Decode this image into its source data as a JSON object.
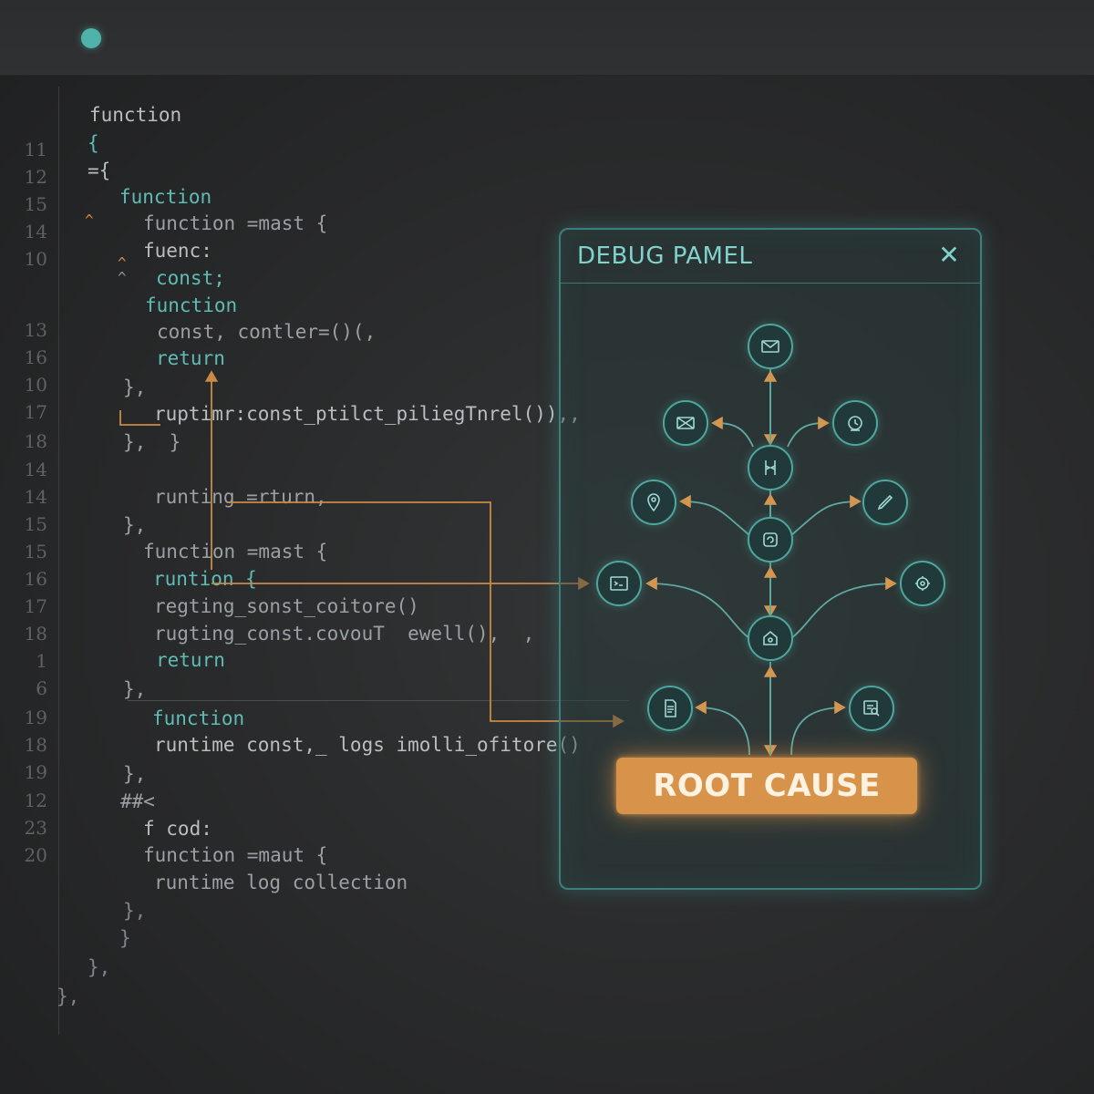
{
  "editor": {
    "status_dot_color": "#4fb3ac",
    "line_numbers": [
      "11",
      "12",
      "15",
      "14",
      "10",
      "13",
      "16",
      "10",
      "17",
      "18",
      "14",
      "14",
      "15",
      "15",
      "16",
      "17",
      "18",
      "1",
      "6",
      "19",
      "18",
      "19",
      "12",
      "23",
      "20"
    ],
    "lines": [
      {
        "text": "function"
      },
      {
        "text": "{"
      },
      {
        "text": "={"
      },
      {
        "text": "function"
      },
      {
        "text": "function =mast {"
      },
      {
        "text": "fuenc:"
      },
      {
        "text": "const;"
      },
      {
        "text": "function"
      },
      {
        "text": "const, contler=()(,"
      },
      {
        "text": "return"
      },
      {
        "text": "},"
      },
      {
        "text": "ruptimr:const_ptilct_piliegTnrel()),,"
      },
      {
        "text": "},  }"
      },
      {
        "text": "runting =rturn,"
      },
      {
        "text": "},"
      },
      {
        "text": "function =mast {"
      },
      {
        "text": "runtion {"
      },
      {
        "text": "regting_sonst_coitore()"
      },
      {
        "text": "rugting_const.covouT  ewell(),  ,"
      },
      {
        "text": "return"
      },
      {
        "text": "},"
      },
      {
        "text": "function"
      },
      {
        "text": "runtime const,_ logs imolli_ofitore()"
      },
      {
        "text": "},"
      },
      {
        "text": "##<"
      },
      {
        "text": "f cod:"
      },
      {
        "text": "function =maut {"
      },
      {
        "text": "runtime log collection"
      },
      {
        "text": "},"
      },
      {
        "text": "}"
      },
      {
        "text": "},"
      },
      {
        "text": "},"
      }
    ]
  },
  "debug_panel": {
    "title": "DEBUG PAMEL",
    "close_label": "✕",
    "accent_color": "#4ea69f",
    "nodes": [
      {
        "id": "mail",
        "icon": "mail-icon"
      },
      {
        "id": "image",
        "icon": "image-icon"
      },
      {
        "id": "timer",
        "icon": "timer-icon"
      },
      {
        "id": "network",
        "icon": "network-icon"
      },
      {
        "id": "location",
        "icon": "location-icon"
      },
      {
        "id": "edit",
        "icon": "pencil-icon"
      },
      {
        "id": "refresh",
        "icon": "refresh-icon"
      },
      {
        "id": "terminal",
        "icon": "terminal-icon"
      },
      {
        "id": "settings",
        "icon": "settings-icon"
      },
      {
        "id": "home",
        "icon": "home-icon"
      },
      {
        "id": "file",
        "icon": "file-icon"
      },
      {
        "id": "inspect",
        "icon": "inspect-icon"
      }
    ]
  },
  "root_cause": {
    "label": "ROOT CAUSE",
    "color": "#d8934a"
  },
  "trace_color": "#c98a45"
}
